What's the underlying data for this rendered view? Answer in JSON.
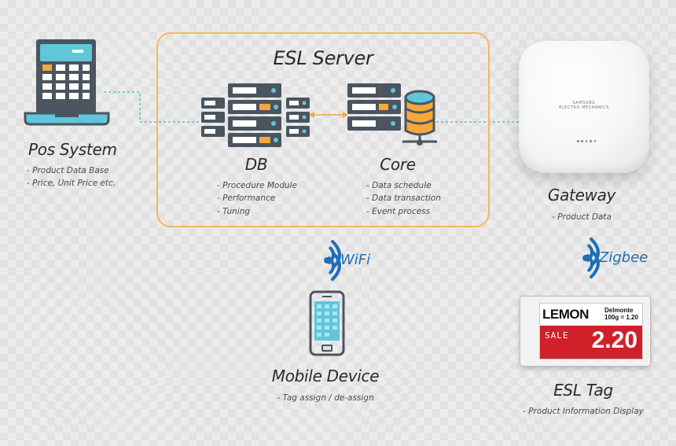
{
  "server": {
    "title": "ESL Server"
  },
  "db": {
    "title": "DB",
    "items": [
      "- Procedure Module",
      "- Performance",
      "- Tuning"
    ]
  },
  "core": {
    "title": "Core",
    "items": [
      "- Data schedule",
      "- Data transaction",
      "- Event process"
    ]
  },
  "pos": {
    "title": "Pos System",
    "items": [
      "- Product Data Base",
      "- Price, Unit Price etc."
    ]
  },
  "gateway": {
    "title": "Gateway",
    "device_brand": "SAMSUNG",
    "device_sub": "ELECTRO-MECHANICS",
    "items": [
      "- Product Data"
    ]
  },
  "wifi": {
    "label": "WiFi"
  },
  "zigbee": {
    "label": "Zigbee"
  },
  "mobile": {
    "title": "Mobile Device",
    "items": [
      "- Tag assign / de-assign"
    ]
  },
  "esl_tag": {
    "title": "ESL Tag",
    "items": [
      "- Product Information Display"
    ],
    "product": "LEMON",
    "brand": "Delmonte",
    "unit_price": "100g = 1.20",
    "sale": "SALE",
    "price": "2.20"
  },
  "colors": {
    "server_border": "#f5b95a",
    "connector": "#4fc3d8",
    "accent_teal": "#4fc3d8",
    "accent_orange": "#f5a83c",
    "wireless_blue": "#1f6fb4",
    "tag_red": "#d0202a"
  }
}
